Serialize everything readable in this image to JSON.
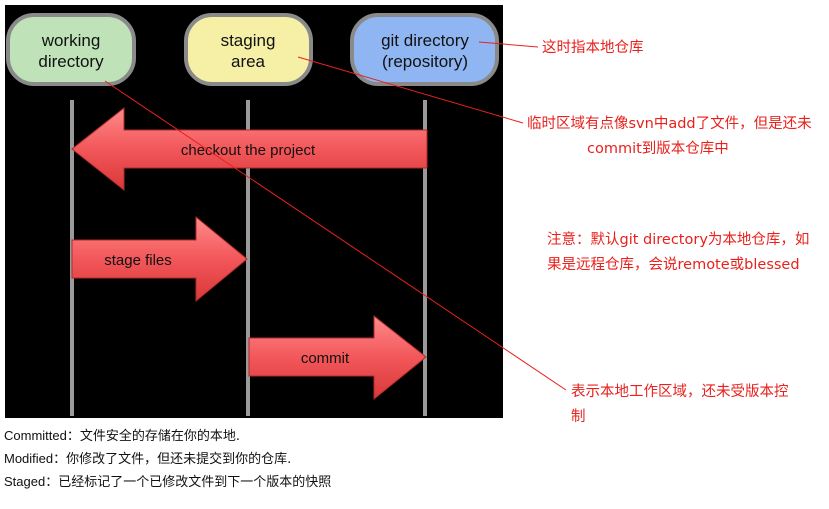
{
  "diagram": {
    "nodes": {
      "working": {
        "line1": "working",
        "line2": "directory"
      },
      "staging": {
        "line1": "staging",
        "line2": "area"
      },
      "git": {
        "line1": "git directory",
        "line2": "(repository)"
      }
    },
    "arrows": {
      "checkout": "checkout the project",
      "stage": "stage files",
      "commit": "commit"
    },
    "colors": {
      "background": "#000000",
      "working_fill": "#bfe2b9",
      "staging_fill": "#f5f0a6",
      "git_fill": "#8fb6f2",
      "arrow_fill": "#f2575a",
      "annotation_red": "#e8211d"
    }
  },
  "annotations": {
    "note1": "这时指本地仓库",
    "note2_line1": "临时区域有点像svn中add了文件，但是还未",
    "note2_line2": "commit到版本仓库中",
    "note3_line1": "注意：默认git directory为本地仓库，如",
    "note3_line2": "果是远程仓库，会说remote或blessed",
    "note4_line1": "表示本地工作区域，还未受版本控",
    "note4_line2": "制"
  },
  "legend": {
    "committed_term": "Committed：",
    "committed_text": "文件安全的存储在你的本地.",
    "modified_term": "Modified：",
    "modified_text": "你修改了文件，但还未提交到你的仓库.",
    "staged_term": "Staged：",
    "staged_text": "已经标记了一个已修改文件到下一个版本的快照"
  }
}
